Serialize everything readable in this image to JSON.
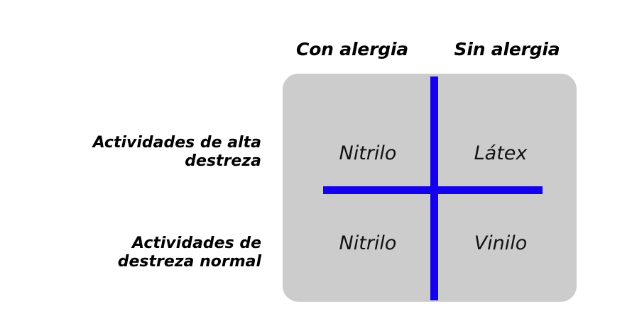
{
  "figure": {
    "type": "2x2-matrix",
    "panel_color": "#cccccc",
    "axis_color": "#1400ee",
    "text_color": "#000000"
  },
  "columns": [
    {
      "label": "Con alergia"
    },
    {
      "label": "Sin alergia"
    }
  ],
  "rows": [
    {
      "line1": "Actividades de alta",
      "line2": "destreza"
    },
    {
      "line1": "Actividades de",
      "line2": "destreza normal"
    }
  ],
  "cells": {
    "top_left": "Nitrilo",
    "top_right": "Látex",
    "bottom_left": "Nitrilo",
    "bottom_right": "Vinilo"
  }
}
